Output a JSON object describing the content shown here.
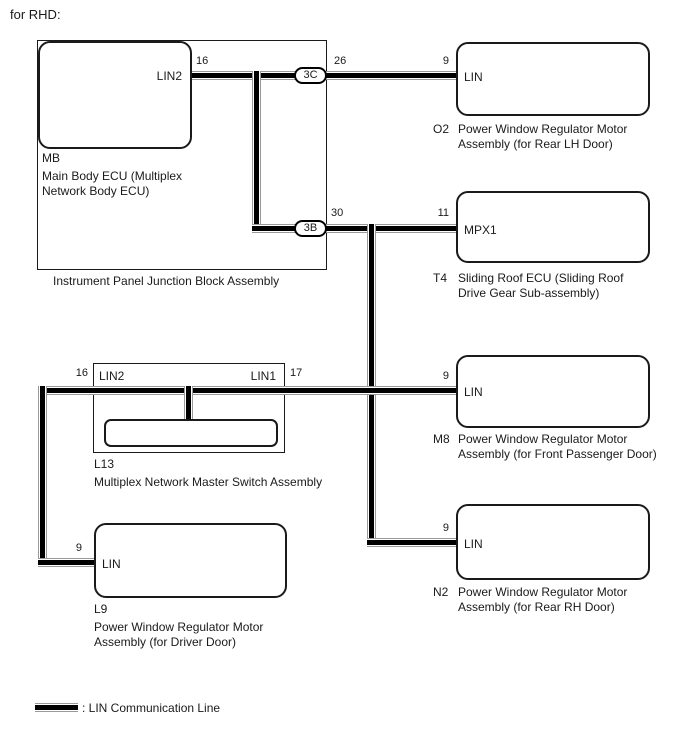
{
  "title": "for RHD:",
  "colors": {
    "wire_core": "#000000",
    "wire_edge": "#999999",
    "text": "#1a1a1a",
    "background": "#ffffff"
  },
  "junction_block": {
    "caption": "Instrument Panel Junction Block Assembly",
    "connectors": {
      "c3c": "3C",
      "c3c_pin": "26",
      "c3b": "3B",
      "c3b_pin": "30"
    },
    "mb": {
      "pin": "LIN2",
      "pin_number": "16",
      "code": "MB",
      "name": "Main Body ECU (Multiplex\nNetwork Body ECU)"
    }
  },
  "l13": {
    "code": "L13",
    "name": "Multiplex Network Master Switch Assembly",
    "pin_left": "LIN2",
    "pin_left_number": "16",
    "pin_right": "LIN1",
    "pin_right_number": "17"
  },
  "devices": {
    "o2": {
      "code": "O2",
      "pin": "LIN",
      "pin_number": "9",
      "name": "Power Window Regulator Motor\nAssembly (for Rear LH Door)"
    },
    "t4": {
      "code": "T4",
      "pin": "MPX1",
      "pin_number": "11",
      "name": "Sliding Roof ECU (Sliding Roof\nDrive Gear Sub-assembly)"
    },
    "m8": {
      "code": "M8",
      "pin": "LIN",
      "pin_number": "9",
      "name": "Power Window Regulator Motor\nAssembly (for Front Passenger Door)"
    },
    "n2": {
      "code": "N2",
      "pin": "LIN",
      "pin_number": "9",
      "name": "Power Window Regulator Motor\nAssembly (for Rear RH Door)"
    },
    "l9": {
      "code": "L9",
      "pin": "LIN",
      "pin_number": "9",
      "name": "Power Window Regulator Motor\nAssembly (for Driver Door)"
    }
  },
  "legend": {
    "label": ": LIN Communication Line"
  }
}
